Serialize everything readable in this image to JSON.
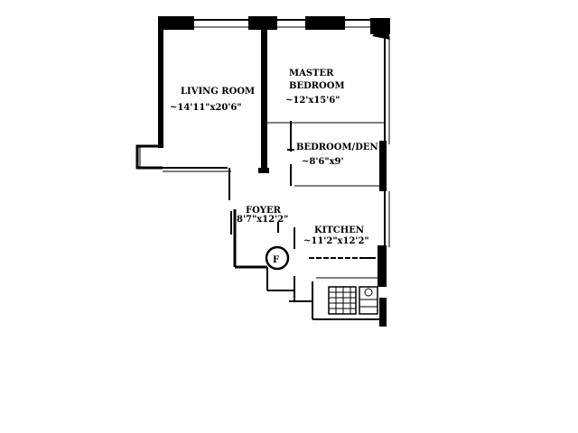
{
  "rooms": {
    "living": {
      "name": "LIVING ROOM",
      "size": "~14'11\"x20'6\""
    },
    "master": {
      "name_line1": "MASTER",
      "name_line2": "BEDROOM",
      "size": "~12'x15'6\""
    },
    "den": {
      "name": "BEDROOM/DEN",
      "size": "~8'6\"x9'"
    },
    "foyer": {
      "name": "FOYER",
      "size": "8'7\"x12'2\""
    },
    "kitchen": {
      "name": "KITCHEN",
      "size": "~11'2\"x12'2\""
    }
  },
  "symbols": {
    "closet_marker": "F"
  },
  "colors": {
    "wall": "#000000",
    "background": "#ffffff"
  }
}
